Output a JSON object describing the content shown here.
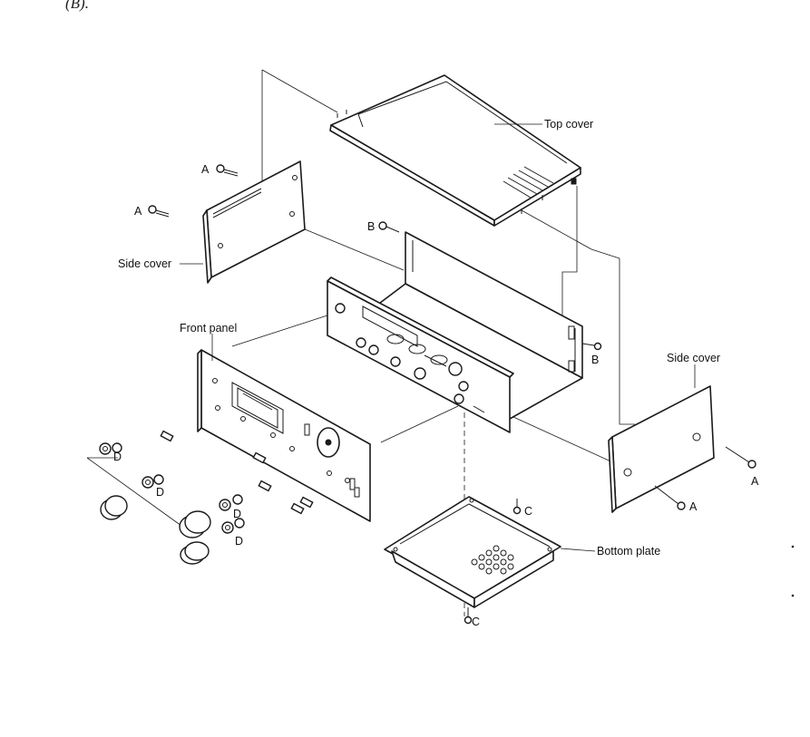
{
  "header_fragment": "(B).",
  "labels": {
    "top_cover": "Top cover",
    "side_cover_left": "Side cover",
    "side_cover_right": "Side cover",
    "front_panel": "Front panel",
    "bottom_plate": "Bottom plate"
  },
  "screw_letters": {
    "a": "A",
    "b": "B",
    "c": "C",
    "d": "D"
  }
}
